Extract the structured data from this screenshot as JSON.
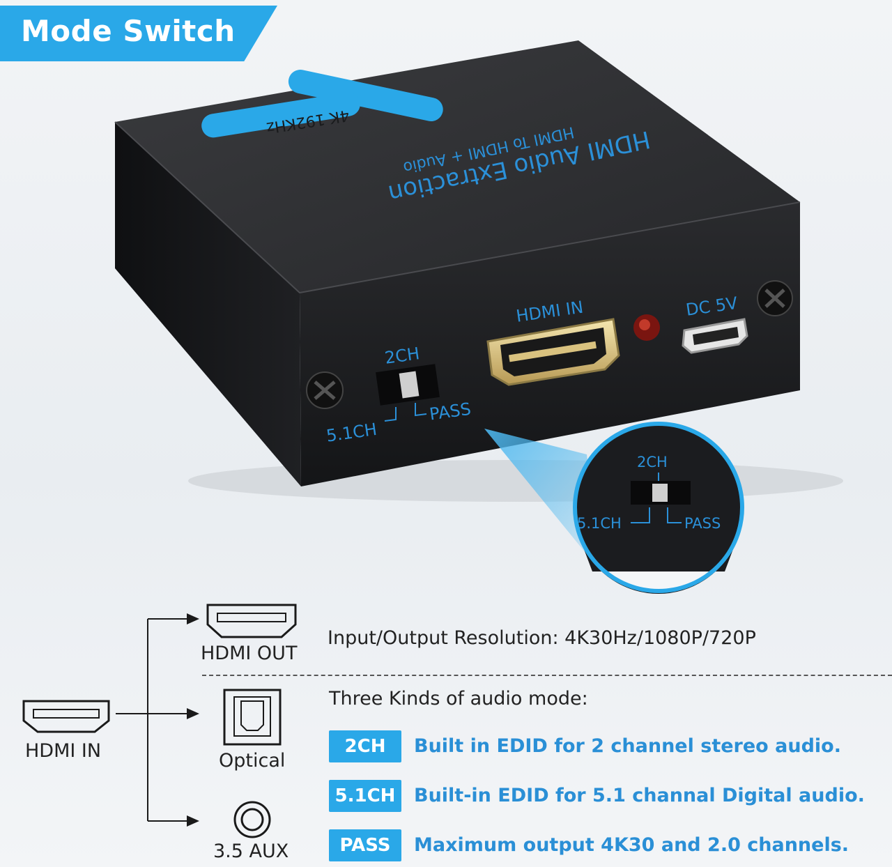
{
  "banner": {
    "title": "Mode Switch"
  },
  "device": {
    "top_title": "HDMI Audio Extraction",
    "top_subtitle": "HDMI To HDMI + Audio",
    "top_badge": "4K 192KHz",
    "ports": {
      "hdmi_in": "HDMI IN",
      "dc": "DC 5V"
    },
    "switch": {
      "top": "2CH",
      "left": "5.1CH",
      "right": "PASS"
    },
    "zoom": {
      "top": "2CH",
      "left": "5.1CH",
      "right": "PASS"
    }
  },
  "diagram": {
    "input_label": "HDMI IN",
    "outputs": [
      {
        "label": "HDMI OUT",
        "icon": "hdmi-port-icon"
      },
      {
        "label": "Optical",
        "icon": "optical-port-icon"
      },
      {
        "label": "3.5 AUX",
        "icon": "aux-jack-icon"
      }
    ]
  },
  "specs": {
    "resolution": "Input/Output Resolution: 4K30Hz/1080P/720P",
    "modes_title": "Three Kinds of audio mode:",
    "modes": [
      {
        "badge": "2CH",
        "desc": "Built in EDID for 2 channel stereo audio."
      },
      {
        "badge": "5.1CH",
        "desc": "Built-in EDID for 5.1 channal Digital audio."
      },
      {
        "badge": "PASS",
        "desc": "Maximum output 4K30 and 2.0 channels."
      }
    ]
  },
  "colors": {
    "accent": "#2aa8e8",
    "text": "#222222",
    "device": "#1a1b1d"
  }
}
